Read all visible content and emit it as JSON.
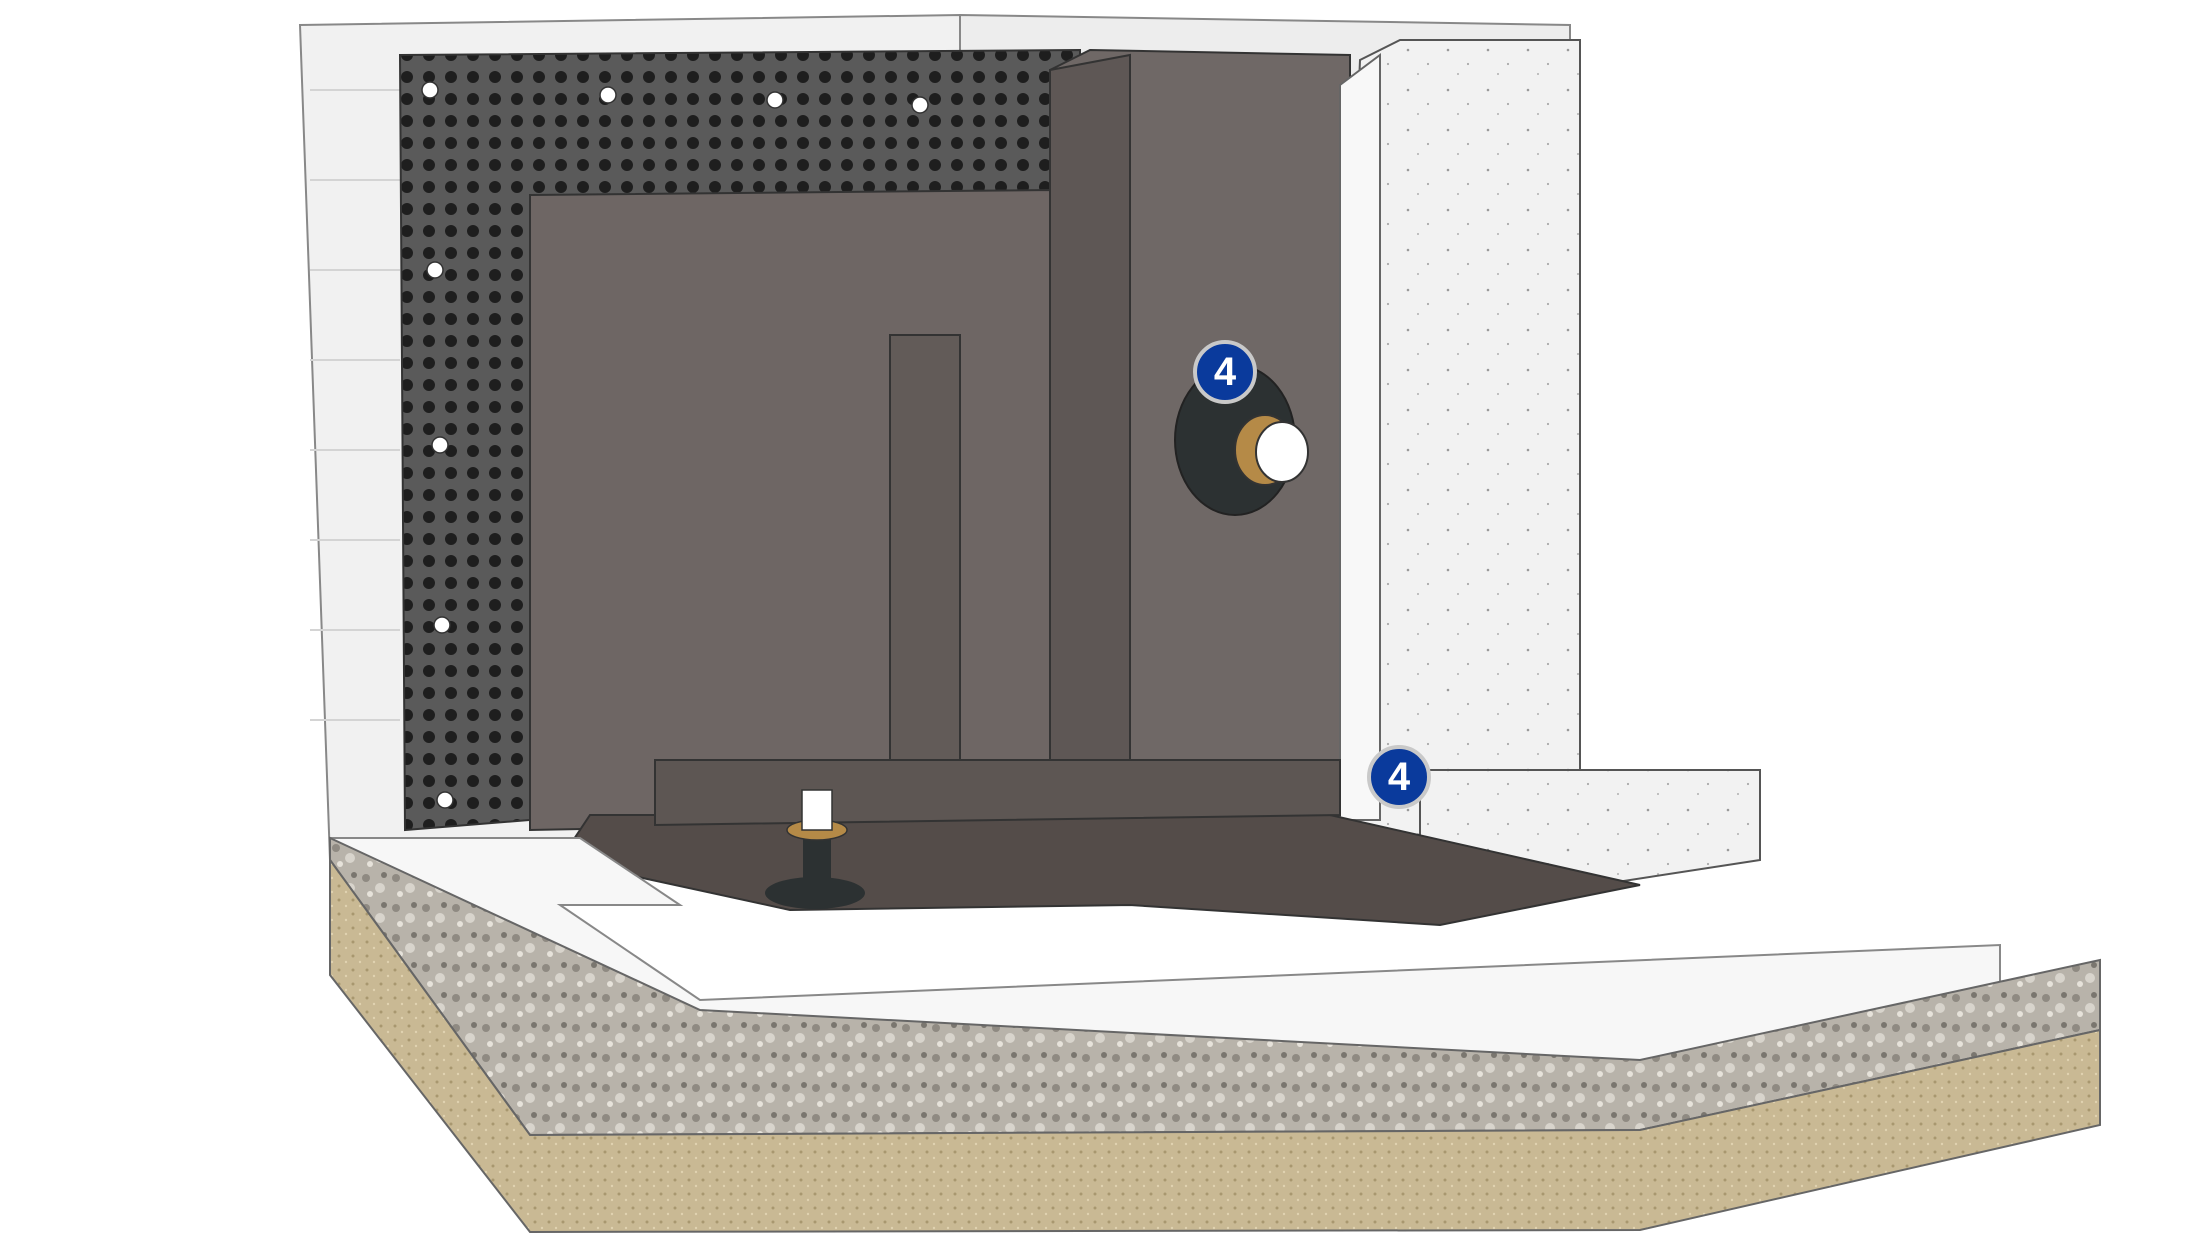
{
  "diagram": {
    "description": "Basement waterproofing cross-section with wall membrane, pipe penetration seal and floor drain",
    "callouts": [
      {
        "id": "callout-pipe-penetration",
        "label": "4"
      },
      {
        "id": "callout-wall-floor-joint",
        "label": "4"
      }
    ],
    "colors": {
      "badge_fill": "#0a3a9c",
      "badge_border": "#c9c9c9",
      "membrane": "#6e6664",
      "membrane_dark": "#4a4340",
      "dimple_sheet": "#3d3d3d",
      "concrete": "#eeeeee",
      "gravel": "#b9b4ab",
      "soil": "#c8b99a",
      "insulation": "#f7f7f7"
    }
  }
}
